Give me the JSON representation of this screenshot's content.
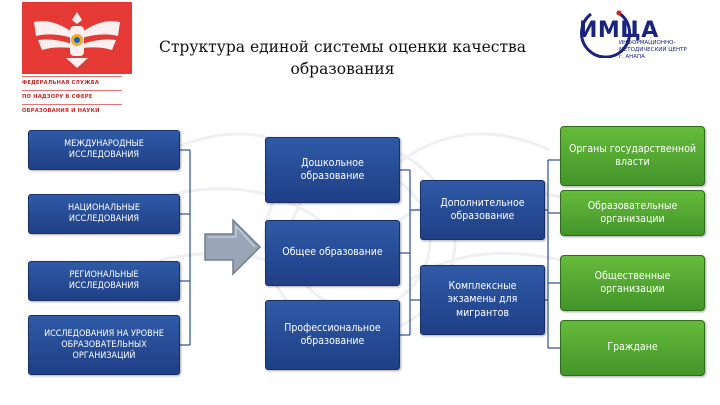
{
  "title": "Структура единой системы оценки качества образования",
  "left_logo": {
    "lines": [
      "ФЕДЕРАЛЬНАЯ СЛУЖБА",
      "ПО НАДЗОРУ В СФЕРЕ",
      "ОБРАЗОВАНИЯ И НАУКИ"
    ]
  },
  "right_logo": {
    "mark": "ИМЦА",
    "sub": [
      "ИНФОРМАЦИОННО-",
      "МЕТОДИЧЕСКИЙ ЦЕНТР",
      "г. АНАПА"
    ]
  },
  "studies": [
    "МЕЖДУНАРОДНЫЕ ИССЛЕДОВАНИЯ",
    "НАЦИОНАЛЬНЫЕ ИССЛЕДОВАНИЯ",
    "РЕГИОНАЛЬНЫЕ ИССЛЕДОВАНИЯ",
    "ИССЛЕДОВАНИЯ НА УРОВНЕ ОБРАЗОВАТЕЛЬНЫХ ОРГАНИЗАЦИЙ"
  ],
  "education_levels": [
    "Дошкольное образование",
    "Общее образование",
    "Профессиональное образование"
  ],
  "other_education": [
    "Дополнительное образование",
    "Комплексные экзамены для мигрантов"
  ],
  "participants": [
    "Органы государственной власти",
    "Образовательные организации",
    "Общественные организации",
    "Граждане"
  ],
  "colors": {
    "blue_box": "#2a4f9a",
    "green_box": "#55a833",
    "connector": "#2a4f9a",
    "arrow_fill": "#9aa6b8"
  }
}
